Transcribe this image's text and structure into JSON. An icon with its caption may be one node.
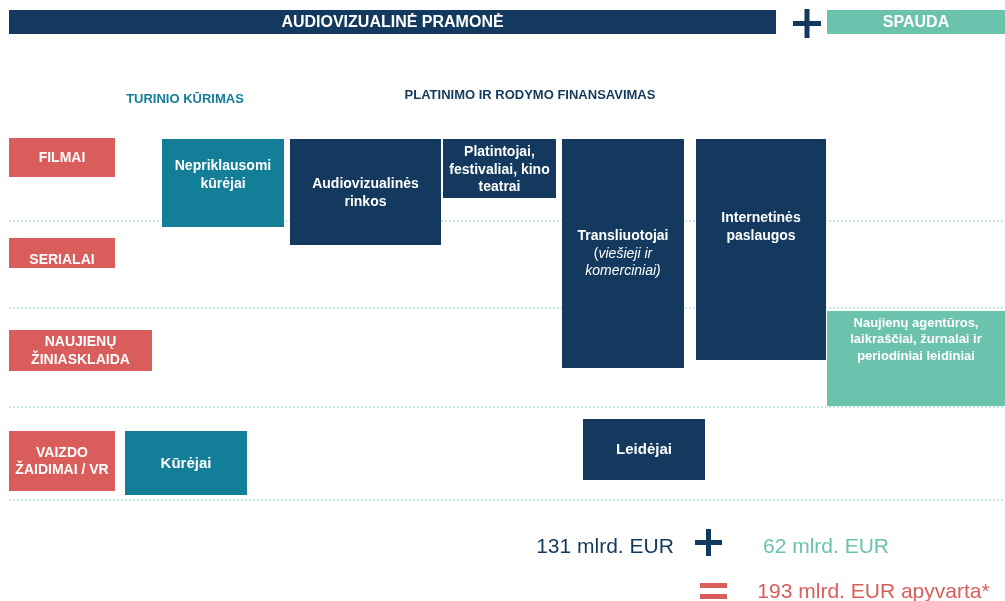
{
  "diagram": {
    "nodes": [
      {
        "text": [
          "AUDIOVIZUALINĖ PRAMONĖ"
        ]
      },
      {
        "text": [
          "SPAUDA"
        ]
      },
      {
        "text": [
          "FILMAI"
        ]
      },
      {
        "text": [
          "SERIALAI"
        ]
      },
      {
        "text": [
          "NAUJIENŲ ŽINIASKLAIDA"
        ]
      },
      {
        "text": [
          "VAIZDO ŽAIDIMAI / VR"
        ]
      },
      {
        "text": [
          "Nepriklausomi kūrėjai"
        ]
      },
      {
        "text": [
          "Audiovizualinės rinkos"
        ]
      },
      {
        "text": [
          "Platintojai, festivaliai, kino teatrai"
        ]
      },
      {
        "text": [
          "Transliuotojai",
          "(*viešieji ir komerciniai)*"
        ]
      },
      {
        "text": [
          "Internetinės paslaugos"
        ]
      },
      {
        "text": [
          "Naujienų agentūros, laikraščiai, žurnalai ir periodiniai leidiniai"
        ]
      },
      {
        "text": [
          "Kūrėjai"
        ]
      },
      {
        "text": [
          "Leidėjai"
        ]
      }
    ],
    "labels": [
      "TURINIO KŪRIMAS",
      "PLATINIMO IR RODYMO FINANSAVIMAS",
      "131 mlrd. EUR",
      "62 mlrd. EUR",
      "193 mlrd. EUR apyvarta*"
    ]
  }
}
